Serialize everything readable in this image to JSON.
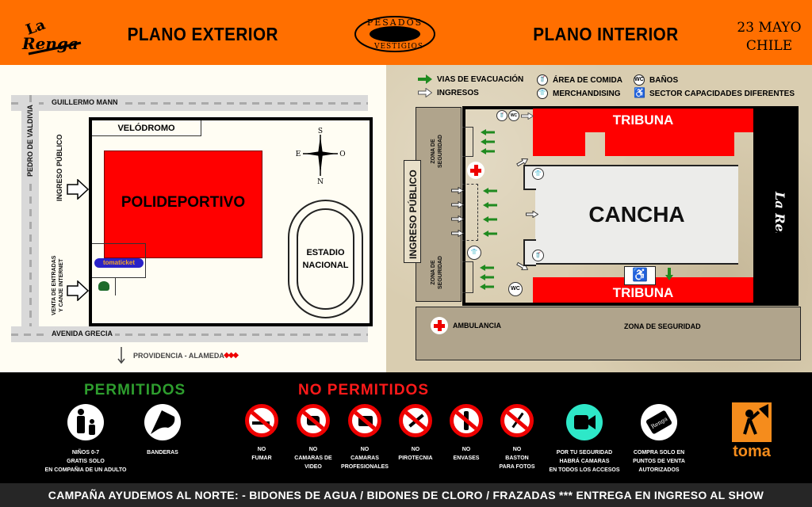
{
  "header": {
    "brand_logo": "La Renga",
    "title_left": "PLANO EXTERIOR",
    "center_logo_top": "PESADOS",
    "center_logo_bottom": "VESTIGIOS",
    "title_right": "PLANO INTERIOR",
    "date_line1": "23 MAYO",
    "date_line2": "CHILE",
    "background_color": "#ff6f00"
  },
  "exterior": {
    "streets": {
      "north": "GUILLERMO MANN",
      "west": "PEDRO DE VALDIVIA",
      "south": "AVENIDA GRECIA"
    },
    "velodromo": "VELÓDROMO",
    "polideportivo": "POLIDEPORTIVO",
    "estadio_line1": "ESTADIO",
    "estadio_line2": "NACIONAL",
    "ingreso_publico": "INGRESO PÚBLICO",
    "venta_line1": "VENTA DE ENTRADAS",
    "venta_line2": "Y CANJE INTERNET",
    "tomaticket": "tomaticket",
    "compass": {
      "n": "N",
      "s": "S",
      "e": "E",
      "o": "O"
    },
    "direction": "PROVIDENCIA - ALAMEDA",
    "metro_icon": "metro-diamonds-icon"
  },
  "interior": {
    "legend": [
      {
        "icon": "green-arrow-icon",
        "label": "VIAS DE EVACUACIÓN"
      },
      {
        "icon": "white-arrow-icon",
        "label": "INGRESOS"
      },
      {
        "icon": "food-icon",
        "label": "ÁREA DE COMIDA"
      },
      {
        "icon": "tshirt-icon",
        "label": "MERCHANDISING"
      },
      {
        "icon": "wc-icon",
        "label": "BAÑOS"
      },
      {
        "icon": "wheelchair-icon",
        "label": "SECTOR CAPACIDADES DIFERENTES"
      }
    ],
    "zona_seguridad_top": "ZONA DE SEGURIDAD",
    "zona_seguridad_bottom_left": "ZONA DE SEGURIDAD",
    "ingreso_publico": "INGRESO PÚBLICO",
    "tribuna_top": "TRIBUNA",
    "tribuna_bottom": "TRIBUNA",
    "cancha": "CANCHA",
    "ambulancia": "AMBULANCIA",
    "zona_seguridad_bottom": "ZONA DE SEGURIDAD",
    "wc": "WC",
    "stage_logo": "La Renga"
  },
  "rules": {
    "permitidos_title": "PERMITIDOS",
    "permitidos_color": "#2e9e2e",
    "permitidos": [
      {
        "icon": "adult-child-icon",
        "label": "NIÑOS 0-7\nGRATIS SOLO\nEN COMPAÑIA DE UN ADULTO"
      },
      {
        "icon": "flag-icon",
        "label": "BANDERAS"
      }
    ],
    "no_permitidos_title": "NO PERMITIDOS",
    "no_permitidos_color": "#ff1a1a",
    "no_permitidos": [
      {
        "icon": "no-smoking-icon",
        "label": "NO\nFUMAR"
      },
      {
        "icon": "no-video-camera-icon",
        "label": "NO\nCAMARAS DE\nVIDEO"
      },
      {
        "icon": "no-pro-camera-icon",
        "label": "NO\nCAMARAS\nPROFESIONALES"
      },
      {
        "icon": "no-fireworks-icon",
        "label": "NO\nPIROTECNIA"
      },
      {
        "icon": "no-bottles-icon",
        "label": "NO\nENVASES"
      },
      {
        "icon": "no-selfie-stick-icon",
        "label": "NO\nBASTON\nPARA FOTOS"
      }
    ],
    "info": [
      {
        "icon": "security-camera-icon",
        "label": "POR TU SEGURIDAD\nHABRÁ CAMARAS\nEN TODOS LOS ACCESOS",
        "color": "#2ee8c8"
      },
      {
        "icon": "ticket-icon",
        "label": "COMPRA SOLO EN\nPUNTOS DE VENTA\nAUTORIZADOS"
      }
    ],
    "sponsor": "toma"
  },
  "footer": {
    "text": "CAMPAÑA AYUDEMOS AL NORTE: - BIDONES DE AGUA / BIDONES DE CLORO / FRAZADAS *** ENTREGA EN INGRESO AL SHOW"
  }
}
